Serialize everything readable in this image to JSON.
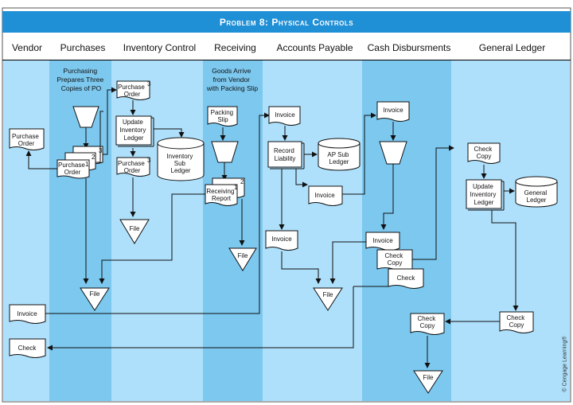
{
  "title": "Problem 8: Physical Controls",
  "lanes": [
    "Vendor",
    "Purchases",
    "Inventory Control",
    "Receiving",
    "Accounts Payable",
    "Cash Disbursments",
    "General Ledger"
  ],
  "notes": {
    "purchasing": [
      "Purchasing",
      "Prepares Three",
      "Copies of PO"
    ],
    "goods_arrive": [
      "Goods Arrive",
      "from Vendor",
      "with Packing Slip"
    ]
  },
  "docs": {
    "purchase_order": [
      "Purchase",
      "Order"
    ],
    "invoice": "Invoice",
    "check": "Check",
    "packing_slip": [
      "Packing",
      "Slip"
    ],
    "receiving_report": [
      "Receiving",
      "Report"
    ],
    "check_copy": [
      "Check",
      "Copy"
    ]
  },
  "processes": {
    "update_inventory": [
      "Update",
      "Inventory",
      "Ledger"
    ],
    "record_liability": [
      "Record",
      "Liability"
    ]
  },
  "storage": {
    "inventory_sub": [
      "Inventory",
      "Sub",
      "Ledger"
    ],
    "ap_sub": [
      "AP Sub",
      "Ledger"
    ],
    "general_ledger": [
      "General",
      "Ledger"
    ]
  },
  "file_label": "File",
  "copy_numbers": {
    "one": "1",
    "two": "2",
    "three": "3"
  },
  "copyright": "© Cengage Learning®",
  "colors": {
    "dark_lane": "#7cc8ef",
    "light_lane": "#aee0fb",
    "title_bar": "#1f8fd6"
  }
}
